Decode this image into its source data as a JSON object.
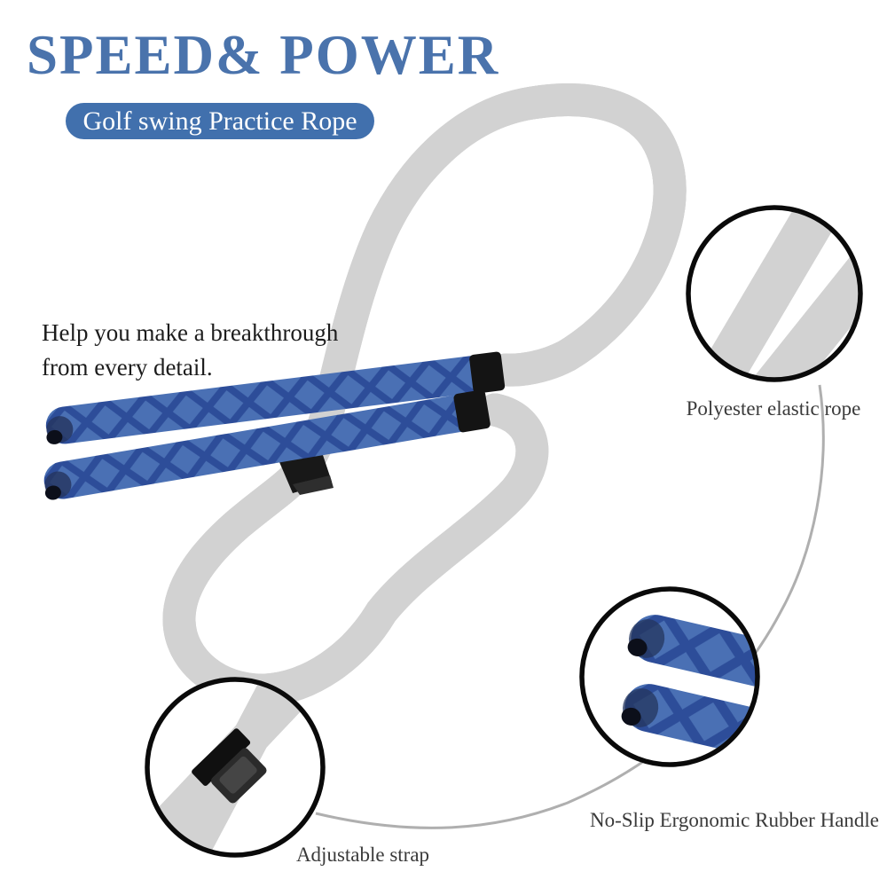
{
  "header": {
    "title": "SPEED& POWER",
    "badge": "Golf swing Practice Rope"
  },
  "tagline": {
    "line1": "Help you make a breakthrough",
    "line2": "from every detail."
  },
  "callouts": [
    {
      "id": "rope",
      "label": "Polyester elastic rope"
    },
    {
      "id": "handle",
      "label": "No-Slip Ergonomic Rubber Handle"
    },
    {
      "id": "strap",
      "label": "Adjustable strap"
    }
  ],
  "colors": {
    "title_blue": "#4a73ac",
    "badge_blue": "#4170ad",
    "handle_blue": "#4a70b4",
    "handle_pattern_blue": "#2d4d99",
    "rope_white": "#fcfcfc",
    "rope_edge_gray": "#d2d2d2",
    "pattern_black": "#161616",
    "circle_border_black": "#0a0a0a",
    "arc_gray": "#a6a6a6",
    "tagline_dark": "#1c1c1c",
    "label_gray": "#3a3a3a"
  }
}
